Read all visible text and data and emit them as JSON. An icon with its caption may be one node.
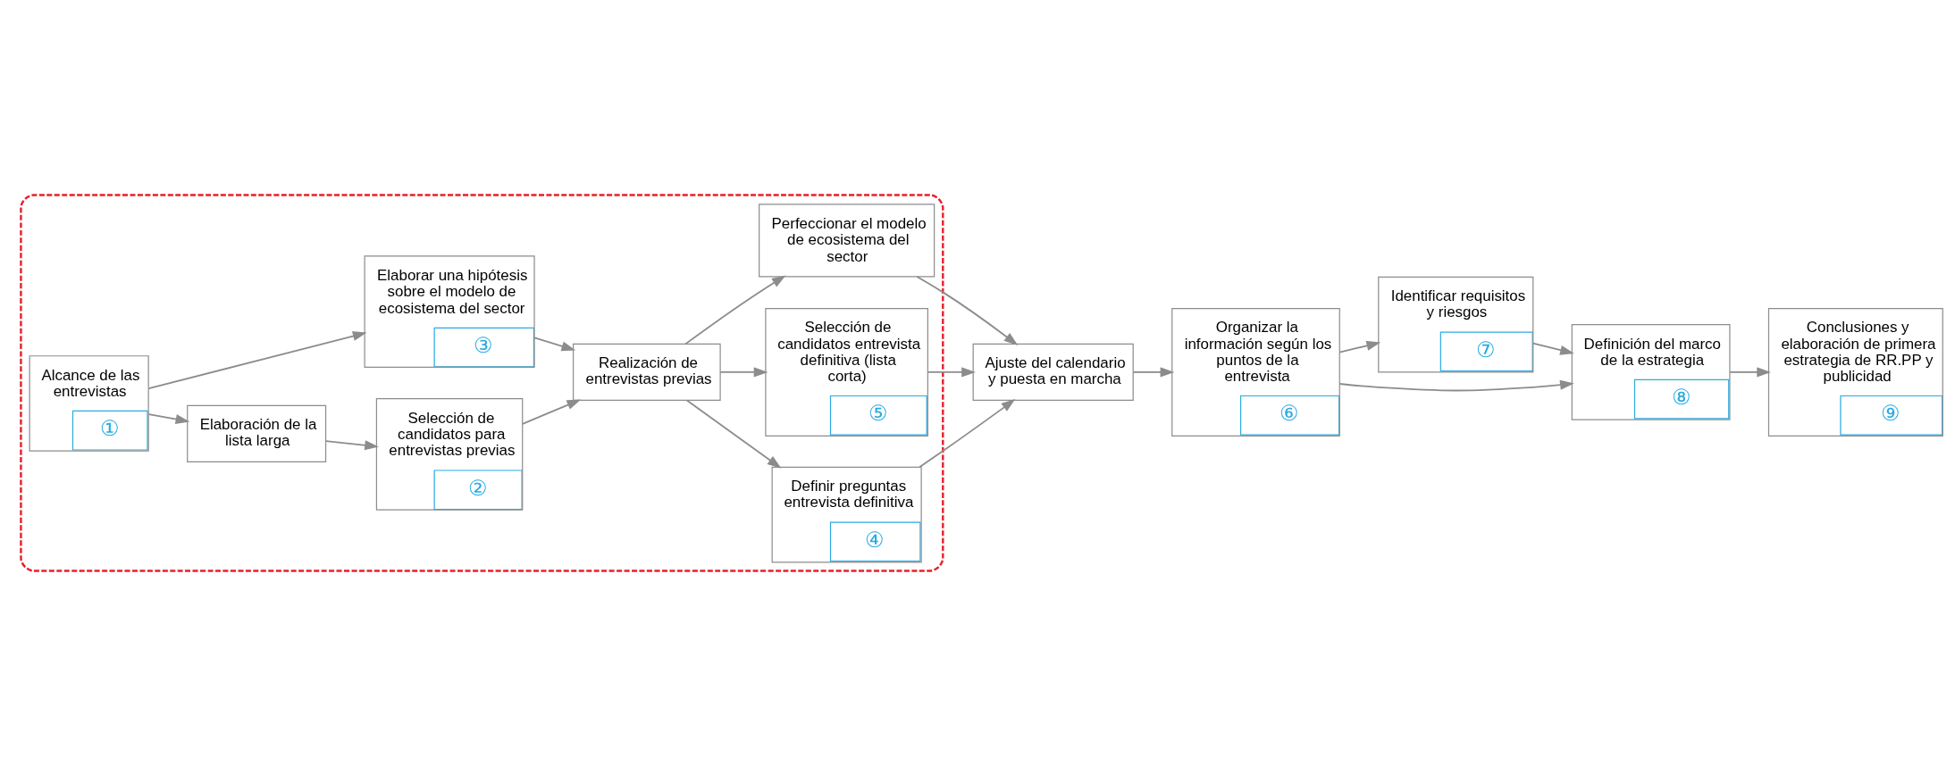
{
  "diagram": {
    "nodes": [
      {
        "text": [],
        "shape": "box"
      },
      {
        "text": [
          "Alcance de las entrevistas",
          "①"
        ],
        "in": 0
      },
      {
        "text": [
          "Elaboración de la lista larga"
        ],
        "in": 0
      },
      {
        "text": [
          "Selección de candidatos para entrevistas previas",
          "②"
        ],
        "in": 0
      },
      {
        "text": [
          "Elaborar una hipótesis sobre el modelo de ecosistema del sector",
          "③"
        ],
        "in": 0
      },
      {
        "text": [
          "Realización de entrevistas previas"
        ],
        "in": 0
      },
      {
        "text": [
          "Definir preguntas entrevista definitiva",
          "④"
        ],
        "in": 0
      },
      {
        "text": [
          "Selección de candidatos entrevista definitiva (lista corta)",
          "⑤"
        ],
        "in": 0
      },
      {
        "text": [
          "Perfeccionar el modelo de ecosistema del sector"
        ],
        "in": 0
      },
      {
        "text": [
          "Ajuste del calendario y puesta en marcha"
        ]
      },
      {
        "text": [
          "Organizar la información según los puntos de la entrevista",
          "⑥"
        ]
      },
      {
        "text": [
          "Identificar requisitos y riesgos",
          "⑦"
        ]
      },
      {
        "text": [
          "Definición del marco de la estrategia",
          "⑧"
        ]
      },
      {
        "text": [
          "Conclusiones y elaboración de primera estrategia de RR.PP y publicidad",
          "⑨"
        ]
      }
    ],
    "edges": [
      {
        "from": 1,
        "to": 2,
        "arrow": "to"
      },
      {
        "from": 1,
        "to": 4,
        "arrow": "to"
      },
      {
        "from": 2,
        "to": 3,
        "arrow": "to"
      },
      {
        "from": 3,
        "to": 5,
        "arrow": "to"
      },
      {
        "from": 4,
        "to": 5,
        "arrow": "to"
      },
      {
        "from": 5,
        "to": 6,
        "arrow": "to"
      },
      {
        "from": 5,
        "to": 7,
        "arrow": "to"
      },
      {
        "from": 5,
        "to": 8,
        "arrow": "to"
      },
      {
        "from": 6,
        "to": 9,
        "arrow": "to"
      },
      {
        "from": 7,
        "to": 9,
        "arrow": "to"
      },
      {
        "from": 8,
        "to": 9,
        "arrow": "to"
      },
      {
        "from": 9,
        "to": 10,
        "arrow": "to"
      },
      {
        "from": 10,
        "to": 11,
        "arrow": "to"
      },
      {
        "from": 10,
        "to": 12,
        "arrow": "to"
      },
      {
        "from": 11,
        "to": 12,
        "arrow": "to"
      },
      {
        "from": 12,
        "to": 13,
        "arrow": "to"
      }
    ]
  }
}
